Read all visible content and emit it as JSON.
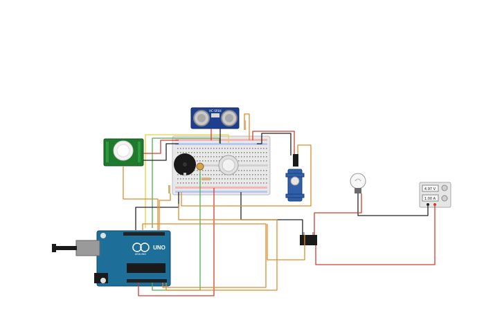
{
  "canvas": {
    "background": "#ffffff"
  },
  "components": {
    "ultrasonic_sensor": {
      "label": "HC-SR04",
      "color": "#1e3f8f"
    },
    "pir_sensor": {
      "color": "#1f7a2e"
    },
    "piezo_buzzer": {
      "color": "#1a1a1a"
    },
    "breadboard": {
      "color": "#e8e8e8"
    },
    "servo": {
      "color": "#2f5fa8"
    },
    "arduino": {
      "model_label": "UNO",
      "brand_label": "ARDUINO",
      "color": "#1d6f9a"
    },
    "relay": {
      "color": "#1a1a1a"
    },
    "light_bulb": {
      "color": "#f2f2f2"
    },
    "power_supply": {
      "voltage_readout": "4.97 V",
      "current_readout": "1.00 A",
      "color": "#e6e6e6"
    }
  },
  "wire_colors": {
    "red": "#d33a2c",
    "black": "#222222",
    "orange": "#e08a2a",
    "yellow": "#e6d23a",
    "green": "#4caf50"
  }
}
